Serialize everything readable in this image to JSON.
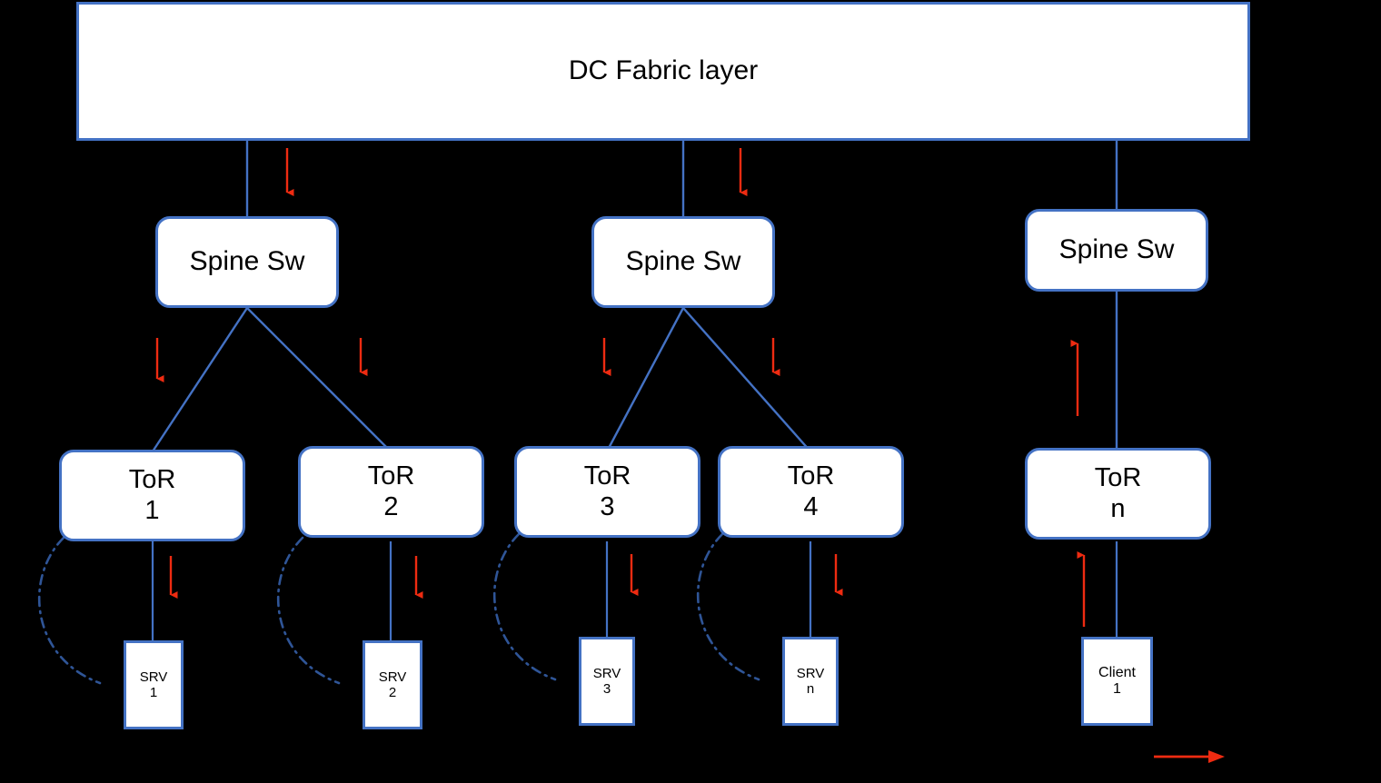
{
  "diagram": {
    "title": "DC Fabric layer",
    "background_color": "#000000",
    "box_fill": "#ffffff",
    "box_border_color": "#4472C4",
    "link_color": "#4472C4",
    "arrow_color": "#EE2B11",
    "text_color": "#000000"
  },
  "fabric": {
    "label": "DC Fabric layer"
  },
  "spines": [
    {
      "label": "Spine Sw"
    },
    {
      "label": "Spine Sw"
    },
    {
      "label": "Spine Sw"
    }
  ],
  "tors": [
    {
      "line1": "ToR",
      "line2": "1"
    },
    {
      "line1": "ToR",
      "line2": "2"
    },
    {
      "line1": "ToR",
      "line2": "3"
    },
    {
      "line1": "ToR",
      "line2": "4"
    },
    {
      "line1": "ToR",
      "line2": "n"
    }
  ],
  "servers": [
    {
      "line1": "SRV",
      "line2": "1"
    },
    {
      "line1": "SRV",
      "line2": "2"
    },
    {
      "line1": "SRV",
      "line2": "3"
    },
    {
      "line1": "SRV",
      "line2": "n"
    }
  ],
  "client": {
    "line1": "Client",
    "line2": "1"
  },
  "legend": {
    "arrow_direction": "right",
    "arrow_color": "#EE2B11"
  },
  "flow_arrows": {
    "downward_count": 10,
    "upward_count": 2,
    "horizontal_count": 1
  }
}
